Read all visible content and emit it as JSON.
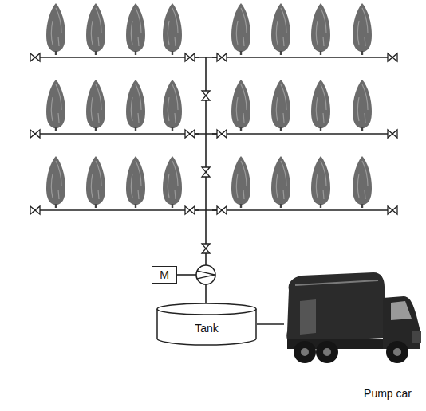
{
  "diagram": {
    "nodes": [
      {
        "text": [
          "M"
        ]
      },
      {
        "text": [
          "Tank"
        ]
      },
      {
        "text": [
          "Pump car"
        ]
      }
    ],
    "edges": [
      {
        "from": 1,
        "to": 2,
        "arrow": "none"
      }
    ]
  }
}
